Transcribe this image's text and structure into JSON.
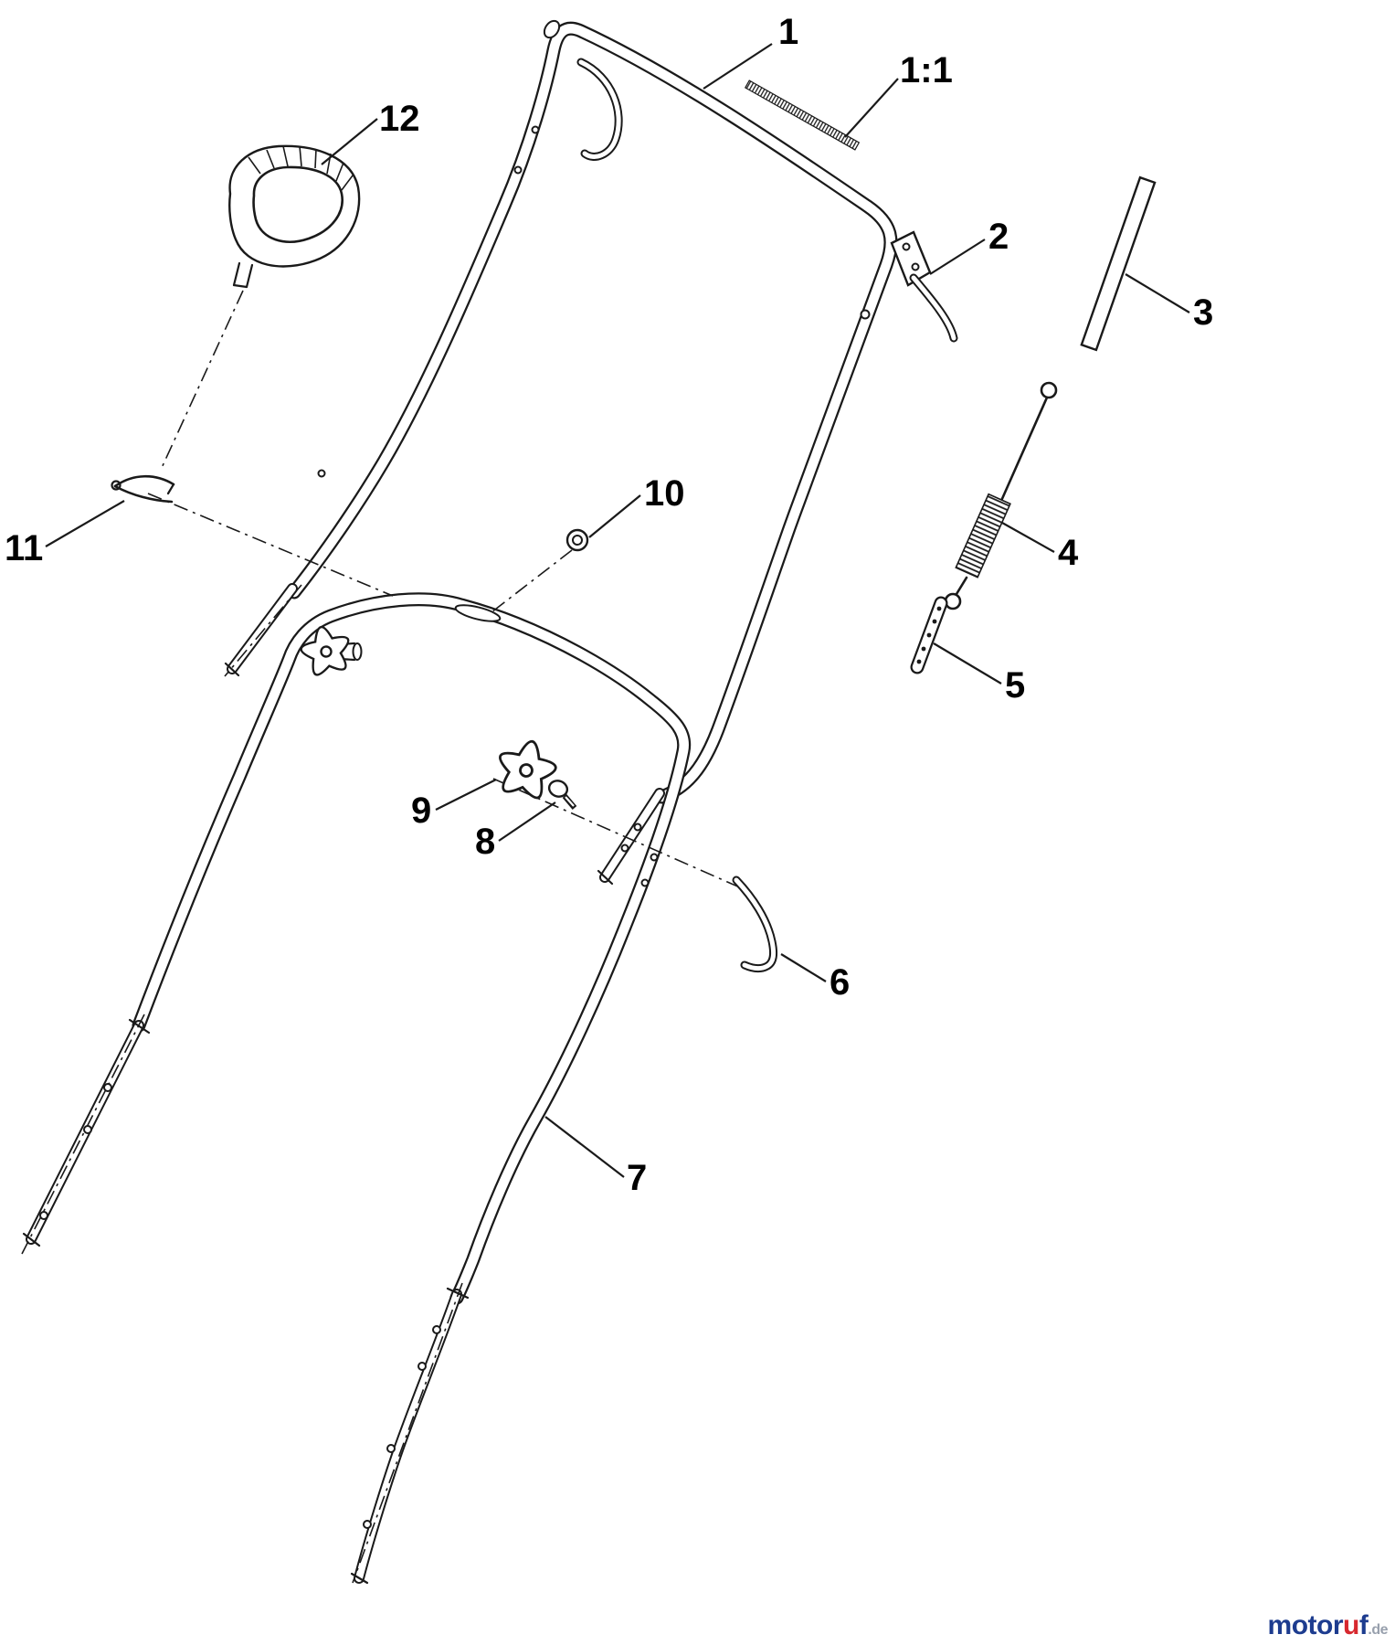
{
  "theme": {
    "line": "#1a1a1a",
    "logo_blue": "#1d3c8f",
    "logo_red": "#d7282f",
    "logo_gray": "#98a0ad",
    "background": "#ffffff"
  },
  "diagram": {
    "callouts": [
      {
        "id": "1",
        "label": "1"
      },
      {
        "id": "scale",
        "label": "1:1"
      },
      {
        "id": "2",
        "label": "2"
      },
      {
        "id": "3",
        "label": "3"
      },
      {
        "id": "4",
        "label": "4"
      },
      {
        "id": "5",
        "label": "5"
      },
      {
        "id": "6",
        "label": "6"
      },
      {
        "id": "7",
        "label": "7"
      },
      {
        "id": "8",
        "label": "8"
      },
      {
        "id": "9",
        "label": "9"
      },
      {
        "id": "10",
        "label": "10"
      },
      {
        "id": "11",
        "label": "11"
      },
      {
        "id": "12",
        "label": "12"
      }
    ]
  },
  "logo": {
    "part1": "motor",
    "part2": "u",
    "part3": "f",
    "suffix": ".de"
  }
}
